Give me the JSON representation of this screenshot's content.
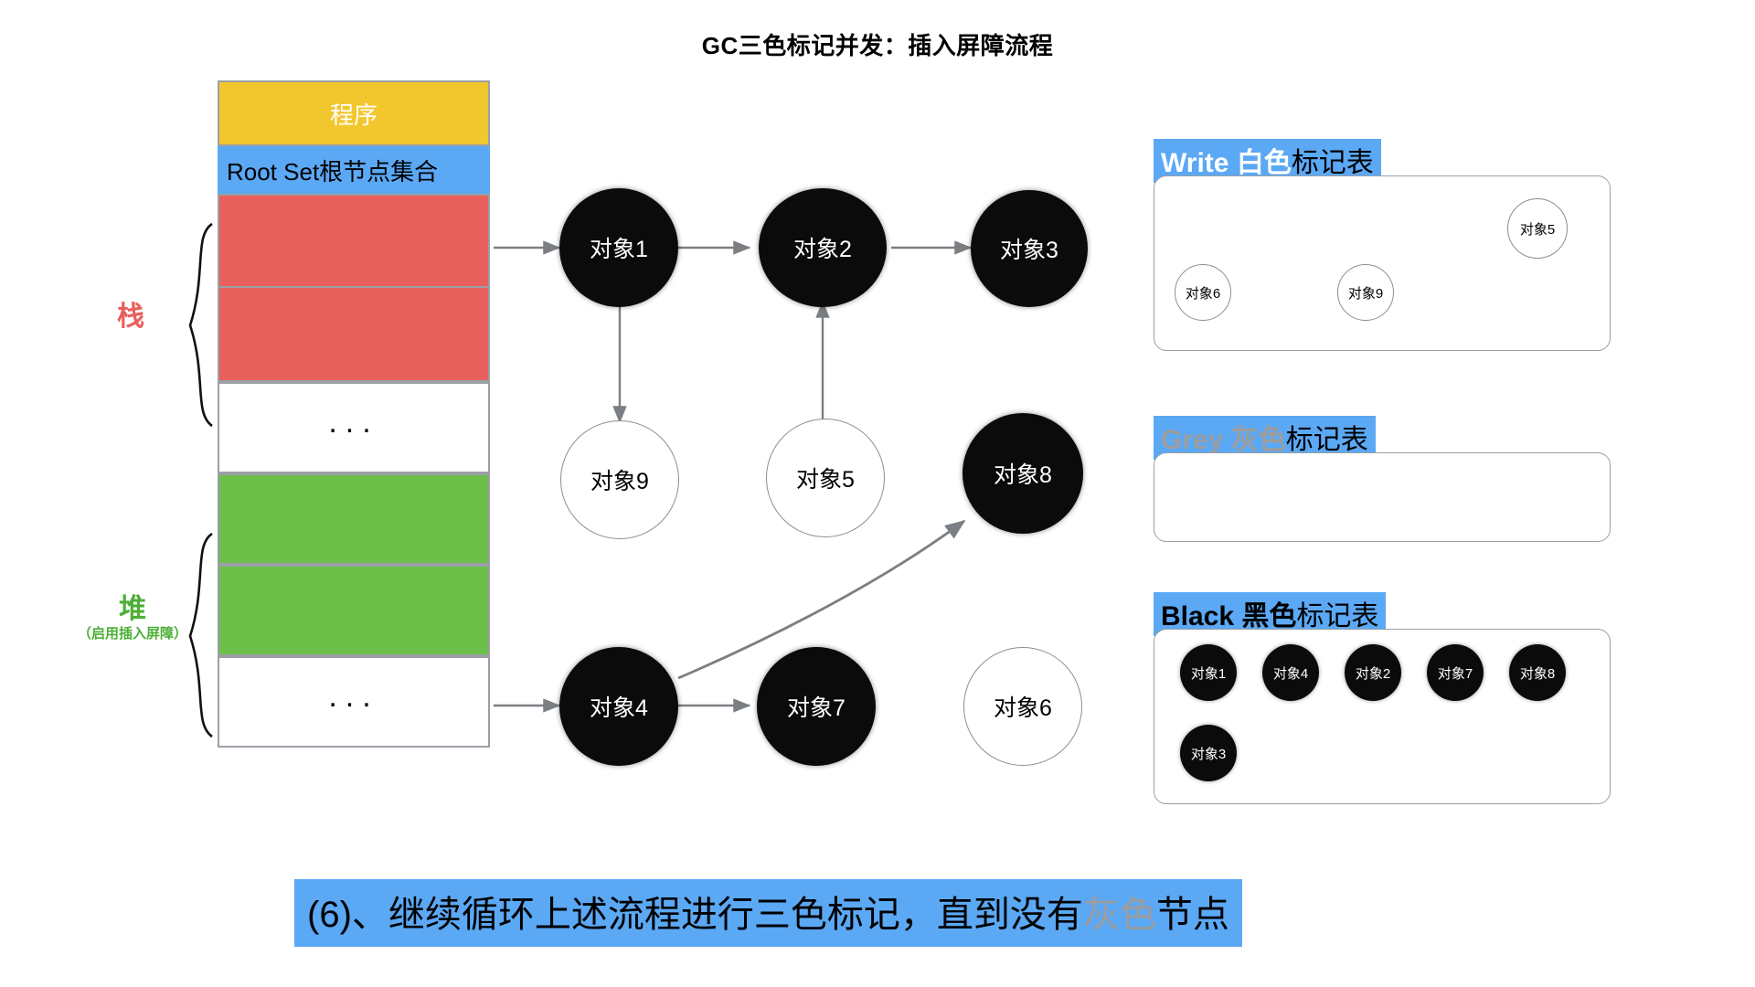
{
  "title": "GC三色标记并发：插入屏障流程",
  "memory": {
    "program_label": "程序",
    "rootset_label": "Root Set根节点集合",
    "dots": "...",
    "stack": {
      "name": "栈",
      "sub": ""
    },
    "heap": {
      "name": "堆",
      "sub": "（启用插入屏障）"
    }
  },
  "graph": {
    "nodes": [
      {
        "id": "obj1",
        "label": "对象1",
        "color": "black"
      },
      {
        "id": "obj2",
        "label": "对象2",
        "color": "black"
      },
      {
        "id": "obj3",
        "label": "对象3",
        "color": "black"
      },
      {
        "id": "obj9",
        "label": "对象9",
        "color": "white"
      },
      {
        "id": "obj5",
        "label": "对象5",
        "color": "white"
      },
      {
        "id": "obj8",
        "label": "对象8",
        "color": "black"
      },
      {
        "id": "obj4",
        "label": "对象4",
        "color": "black"
      },
      {
        "id": "obj7",
        "label": "对象7",
        "color": "black"
      },
      {
        "id": "obj6",
        "label": "对象6",
        "color": "white"
      }
    ],
    "edges": [
      {
        "from": "root",
        "to": "obj1"
      },
      {
        "from": "obj1",
        "to": "obj2"
      },
      {
        "from": "obj2",
        "to": "obj3"
      },
      {
        "from": "obj1",
        "to": "obj9"
      },
      {
        "from": "obj5",
        "to": "obj2"
      },
      {
        "from": "root",
        "to": "obj4"
      },
      {
        "from": "obj4",
        "to": "obj7"
      },
      {
        "from": "obj4",
        "to": "obj8"
      }
    ]
  },
  "tables": {
    "white": {
      "header_en": "Write",
      "header_cn": "白色",
      "header_tail": "标记表",
      "items": [
        {
          "label": "对象5",
          "color": "white"
        },
        {
          "label": "对象6",
          "color": "white"
        },
        {
          "label": "对象9",
          "color": "white"
        }
      ]
    },
    "grey": {
      "header_en": "Grey",
      "header_cn": "灰色",
      "header_tail": "标记表",
      "items": []
    },
    "black": {
      "header_en": "Black",
      "header_cn": "黑色",
      "header_tail": "标记表",
      "items": [
        {
          "label": "对象1",
          "color": "black"
        },
        {
          "label": "对象4",
          "color": "black"
        },
        {
          "label": "对象2",
          "color": "black"
        },
        {
          "label": "对象7",
          "color": "black"
        },
        {
          "label": "对象8",
          "color": "black"
        },
        {
          "label": "对象3",
          "color": "black"
        }
      ]
    }
  },
  "caption": {
    "prefix": "(6)、继续循环上述流程进行三色标记，直到没有",
    "highlight": "灰色",
    "suffix": "节点"
  },
  "colors": {
    "program": "#f2c72e",
    "rootset": "#5ba8f5",
    "stack": "#e8605c",
    "heap": "#6cc04a",
    "highlight": "#5ba8f5",
    "grey_text": "#9d9d9d",
    "border": "#9aa0a6",
    "arrow": "#7b7f83"
  }
}
